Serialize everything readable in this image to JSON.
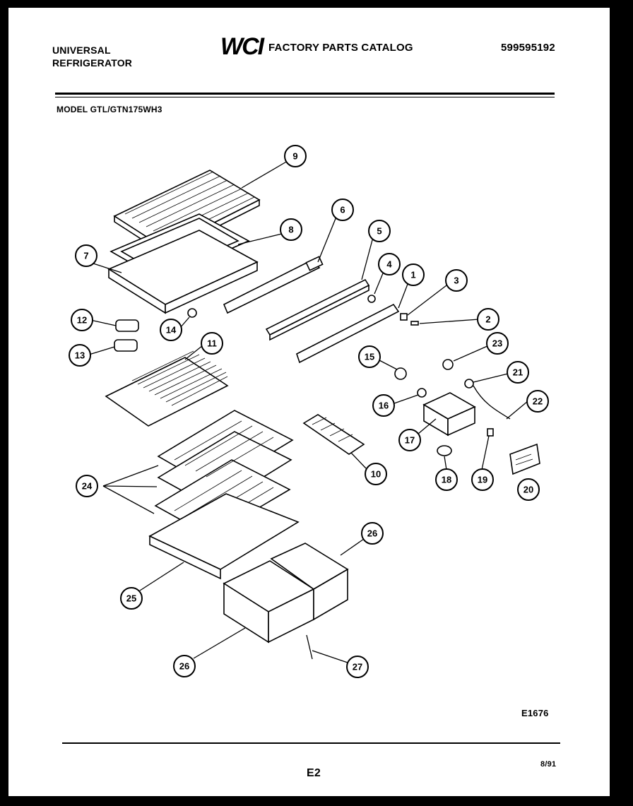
{
  "header": {
    "brand_line1": "UNIVERSAL",
    "brand_line2": "REFRIGERATOR",
    "logo_text": "WCI",
    "catalog_title": "FACTORY PARTS CATALOG",
    "catalog_number": "599595192"
  },
  "model_label": "MODEL GTL/GTN175WH3",
  "diagram": {
    "callouts": [
      "9",
      "8",
      "7",
      "6",
      "5",
      "4",
      "1",
      "3",
      "2",
      "12",
      "14",
      "13",
      "11",
      "15",
      "23",
      "21",
      "16",
      "22",
      "17",
      "10",
      "18",
      "19",
      "20",
      "24",
      "26",
      "25",
      "26",
      "27"
    ]
  },
  "footer": {
    "figure_code": "E1676",
    "date": "8/91",
    "page": "E2"
  }
}
